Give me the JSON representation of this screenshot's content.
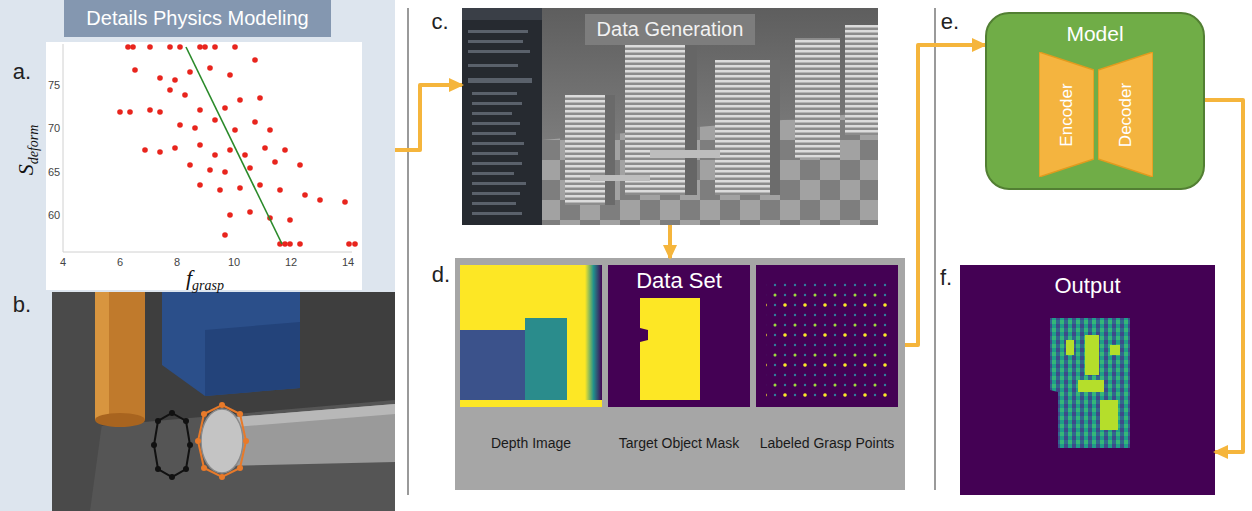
{
  "diagram": {
    "nodes": [
      {
        "text": [
          "Details Physics Modeling"
        ]
      },
      {
        "text": [
          "Data Generation"
        ]
      },
      {
        "text": [
          "Data Set"
        ]
      },
      {
        "text": [
          "Depth Image"
        ],
        "in": 2
      },
      {
        "text": [
          "Target Object Mask"
        ],
        "in": 2
      },
      {
        "text": [
          "Labeled Grasp Points"
        ],
        "in": 2
      },
      {
        "text": [
          "Model"
        ]
      },
      {
        "text": [
          "Encoder"
        ],
        "in": 6
      },
      {
        "text": [
          "Decoder"
        ],
        "in": 6
      },
      {
        "text": [
          "Output"
        ]
      }
    ],
    "edges": [
      {
        "from": 0,
        "to": 1,
        "arrow": "to"
      },
      {
        "from": 1,
        "to": 2,
        "arrow": "to"
      },
      {
        "from": 2,
        "to": 6,
        "arrow": "to"
      },
      {
        "from": 6,
        "to": 9,
        "arrow": "to"
      }
    ],
    "labels": [
      "a.",
      "b.",
      "c.",
      "d.",
      "e.",
      "f.",
      "S",
      "deform",
      "f",
      "grasp",
      "4",
      "6",
      "8",
      "10",
      "12",
      "14",
      "60",
      "65",
      "70",
      "75"
    ]
  }
}
